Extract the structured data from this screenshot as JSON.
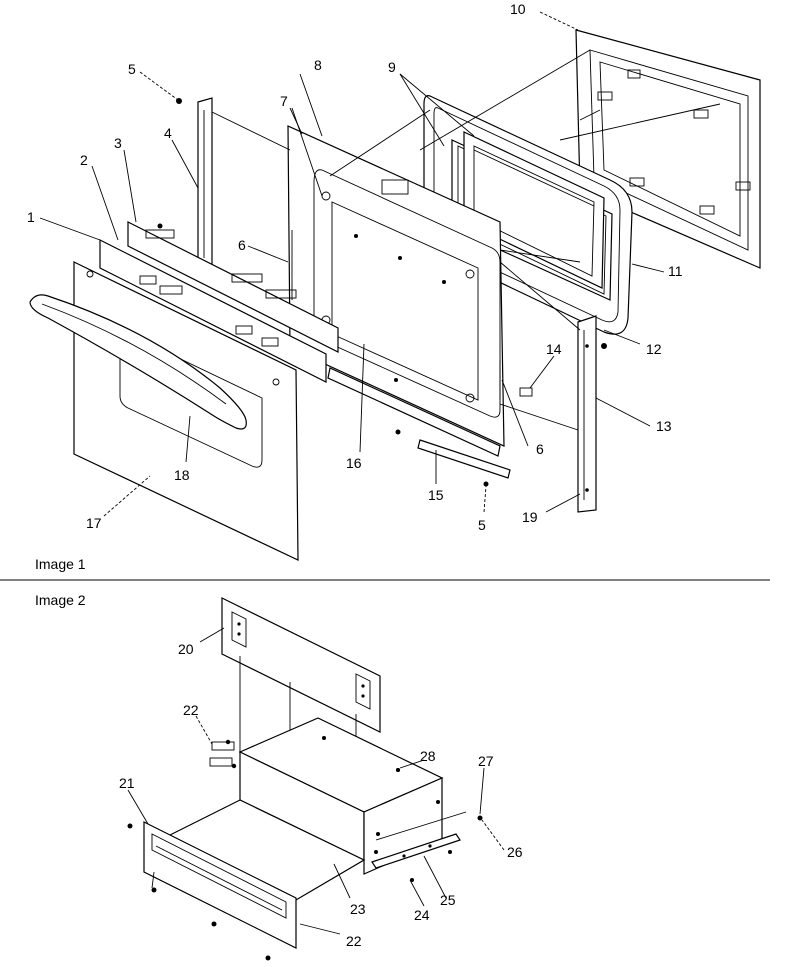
{
  "images": [
    {
      "caption": "Image 1"
    },
    {
      "caption": "Image 2"
    }
  ],
  "callouts": {
    "c1": "1",
    "c2": "2",
    "c3": "3",
    "c4": "4",
    "c5a": "5",
    "c5b": "5",
    "c6a": "6",
    "c6b": "6",
    "c7": "7",
    "c8": "8",
    "c9": "9",
    "c10": "10",
    "c11": "11",
    "c12": "12",
    "c13": "13",
    "c14": "14",
    "c15": "15",
    "c16": "16",
    "c17": "17",
    "c18": "18",
    "c19": "19",
    "c20": "20",
    "c21": "21",
    "c22a": "22",
    "c22b": "22",
    "c23": "23",
    "c24": "24",
    "c25": "25",
    "c26": "26",
    "c27": "27",
    "c28": "28"
  }
}
